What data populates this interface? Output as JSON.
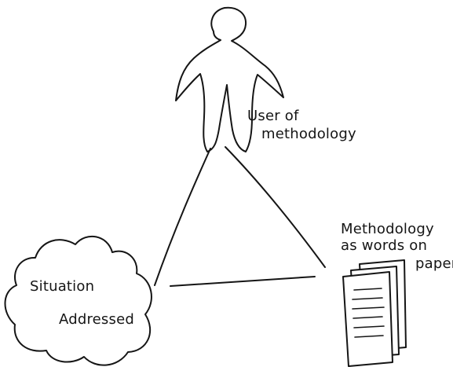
{
  "user": {
    "line1": "User of",
    "line2": "methodology"
  },
  "methodology": {
    "line1": "Methodology",
    "line2": "as words on",
    "line3": "paper"
  },
  "situation": {
    "line1": "Situation",
    "line2": "Addressed"
  },
  "icons": {
    "user": "person-icon",
    "situation": "cloud-icon",
    "methodology": "documents-icon"
  },
  "colors": {
    "ink": "#151515",
    "background": "#ffffff"
  }
}
